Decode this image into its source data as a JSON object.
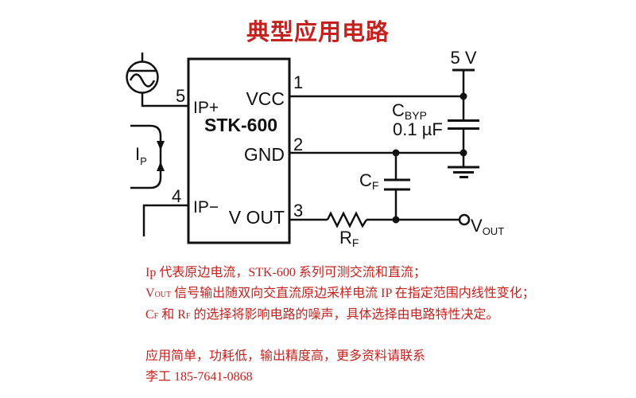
{
  "title": "典型应用电路",
  "colors": {
    "title_red": "#c5211e",
    "notes_red": "#c5211e",
    "diagram_black": "#111111",
    "background": "#ffffff"
  },
  "diagram": {
    "ic_name": "STK-600",
    "pins": {
      "vcc": {
        "number": "1",
        "label": "VCC"
      },
      "gnd": {
        "number": "2",
        "label": "GND"
      },
      "vout": {
        "number": "3",
        "label": "V OUT"
      },
      "ip_minus": {
        "number": "4",
        "label": "IP−"
      },
      "ip_plus": {
        "number": "5",
        "label": "IP+"
      }
    },
    "supply": "5 V",
    "cbyp": {
      "ref": "C",
      "ref_sub": "BYP",
      "value": "0.1 µF"
    },
    "cf": {
      "ref": "C",
      "ref_sub": "F"
    },
    "rf": {
      "ref": "R",
      "ref_sub": "F"
    },
    "vout_terminal": {
      "ref": "V",
      "ref_sub": "OUT"
    },
    "primary_current": {
      "ref": "I",
      "ref_sub": "P"
    }
  },
  "notes": {
    "line1": "Ip 代表原边电流，STK-600 系列可测交流和直流；",
    "line2": {
      "pre": "V",
      "sub": "OUT",
      "rest": " 信号输出随双向交直流原边采样电流 IP 在指定范围内线性变化；"
    },
    "line3": {
      "p1": "C",
      "s1": "F",
      "p2": " 和 R",
      "s2": "F",
      "p3": " 的选择将影响电路的噪声，具体选择由电路特性决定。"
    },
    "line4": "应用简单，功耗低，输出精度高，更多资料请联系",
    "line5": "李工 185-7641-0868"
  }
}
